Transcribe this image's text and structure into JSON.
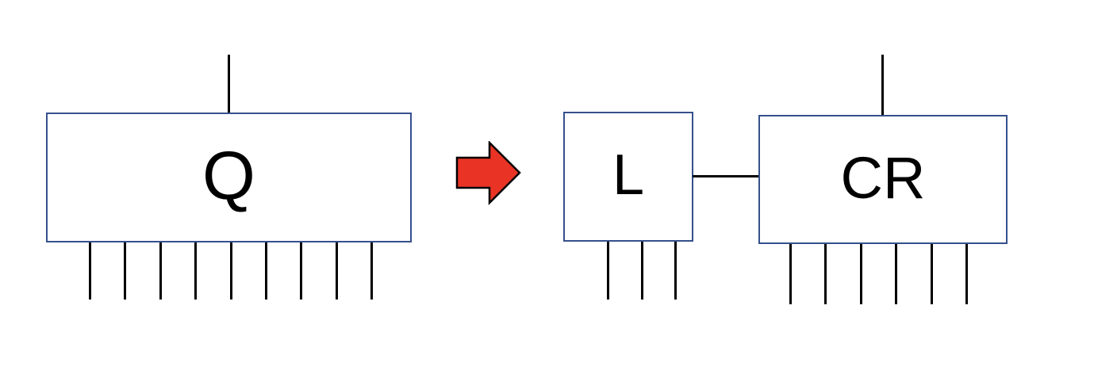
{
  "diagram": {
    "blocks": {
      "q": {
        "label": "Q",
        "top_lead_count": 1,
        "bottom_pin_count": 9
      },
      "l": {
        "label": "L",
        "top_lead_count": 0,
        "bottom_pin_count": 3
      },
      "cr": {
        "label": "CR",
        "top_lead_count": 1,
        "bottom_pin_count": 6
      }
    },
    "connector": {
      "from": "L",
      "to": "CR"
    },
    "arrow": {
      "direction": "right",
      "fill_color": "#E93425",
      "outline_color": "#000000"
    },
    "colors": {
      "box_border": "#35508C",
      "box_fill": "#ffffff",
      "line": "#000000",
      "background": "#ffffff",
      "label_text": "#000000"
    }
  }
}
